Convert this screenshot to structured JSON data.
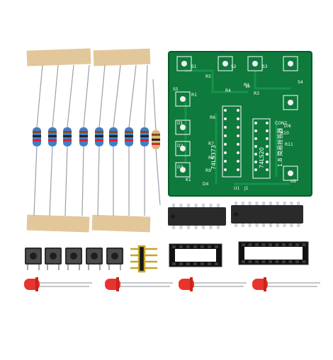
{
  "pcb": {
    "title_text": "1.8 简易抢答器",
    "chip_labels": [
      "74LS373",
      "74LS20"
    ],
    "component_labels": [
      "R1",
      "R2",
      "R3",
      "R4",
      "R5",
      "R6",
      "R7",
      "R8",
      "R9",
      "R10",
      "R11",
      "S1",
      "S2",
      "S3",
      "S4",
      "S5",
      "D1",
      "D2",
      "D3",
      "D4",
      "J1",
      "U1",
      "U2",
      "K1",
      "CON2",
      "1k",
      "10k"
    ]
  },
  "colors": {
    "pcb_green": "#0e7a3c",
    "pcb_dark": "#0a5a2c",
    "silk": "#ffffff",
    "tape": "#e2c79a",
    "resistor_body": "#3f7fc8",
    "ic_black": "#2a2a2a",
    "led_red": "#e8342c"
  },
  "parts": {
    "resistors_blue": 8,
    "resistors_beige": 1,
    "push_buttons": 5,
    "header_pins": 4,
    "dip_sockets": 2,
    "ics": 2,
    "leds": 4
  }
}
